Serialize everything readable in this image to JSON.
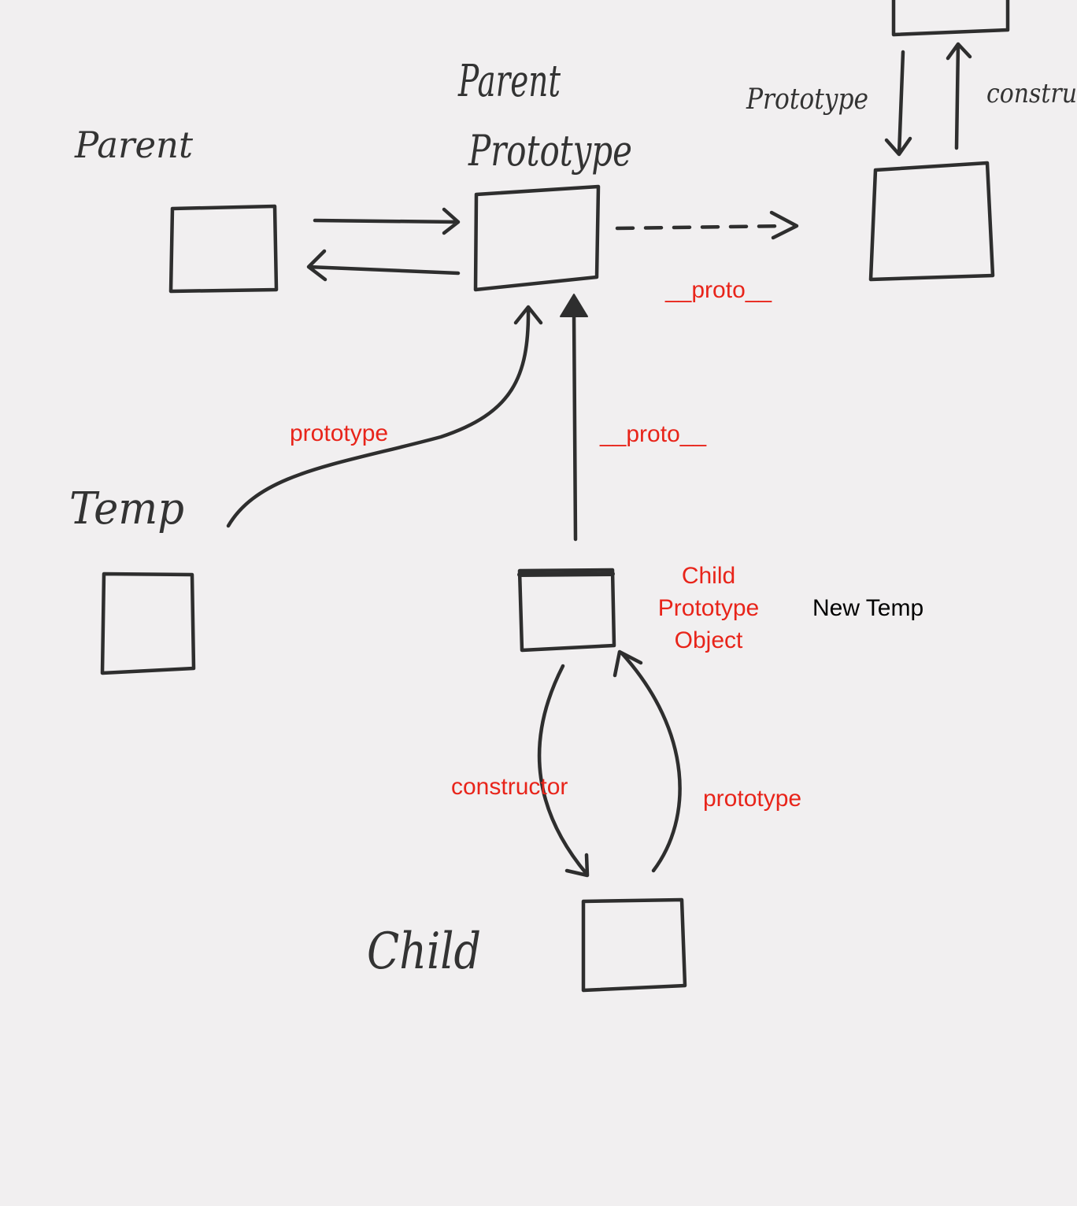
{
  "handwritten": {
    "parent": "Parent",
    "parent_prototype_line1": "Parent",
    "parent_prototype_line2": "Prototype",
    "top_right_prototype": "Prototype",
    "top_right_constructor": "constru",
    "temp": "Temp",
    "child": "Child"
  },
  "labels": {
    "proto_dashed": "__proto__",
    "prototype_temp": "prototype",
    "proto_vertical": "__proto__",
    "child_prototype_object": [
      "Child",
      "Prototype",
      "Object"
    ],
    "new_temp": "New Temp",
    "constructor": "constructor",
    "prototype_child": "prototype"
  },
  "colors": {
    "ink": "#2e2e2e",
    "annotation": "#e8241a",
    "paper": "#f1eff0"
  }
}
